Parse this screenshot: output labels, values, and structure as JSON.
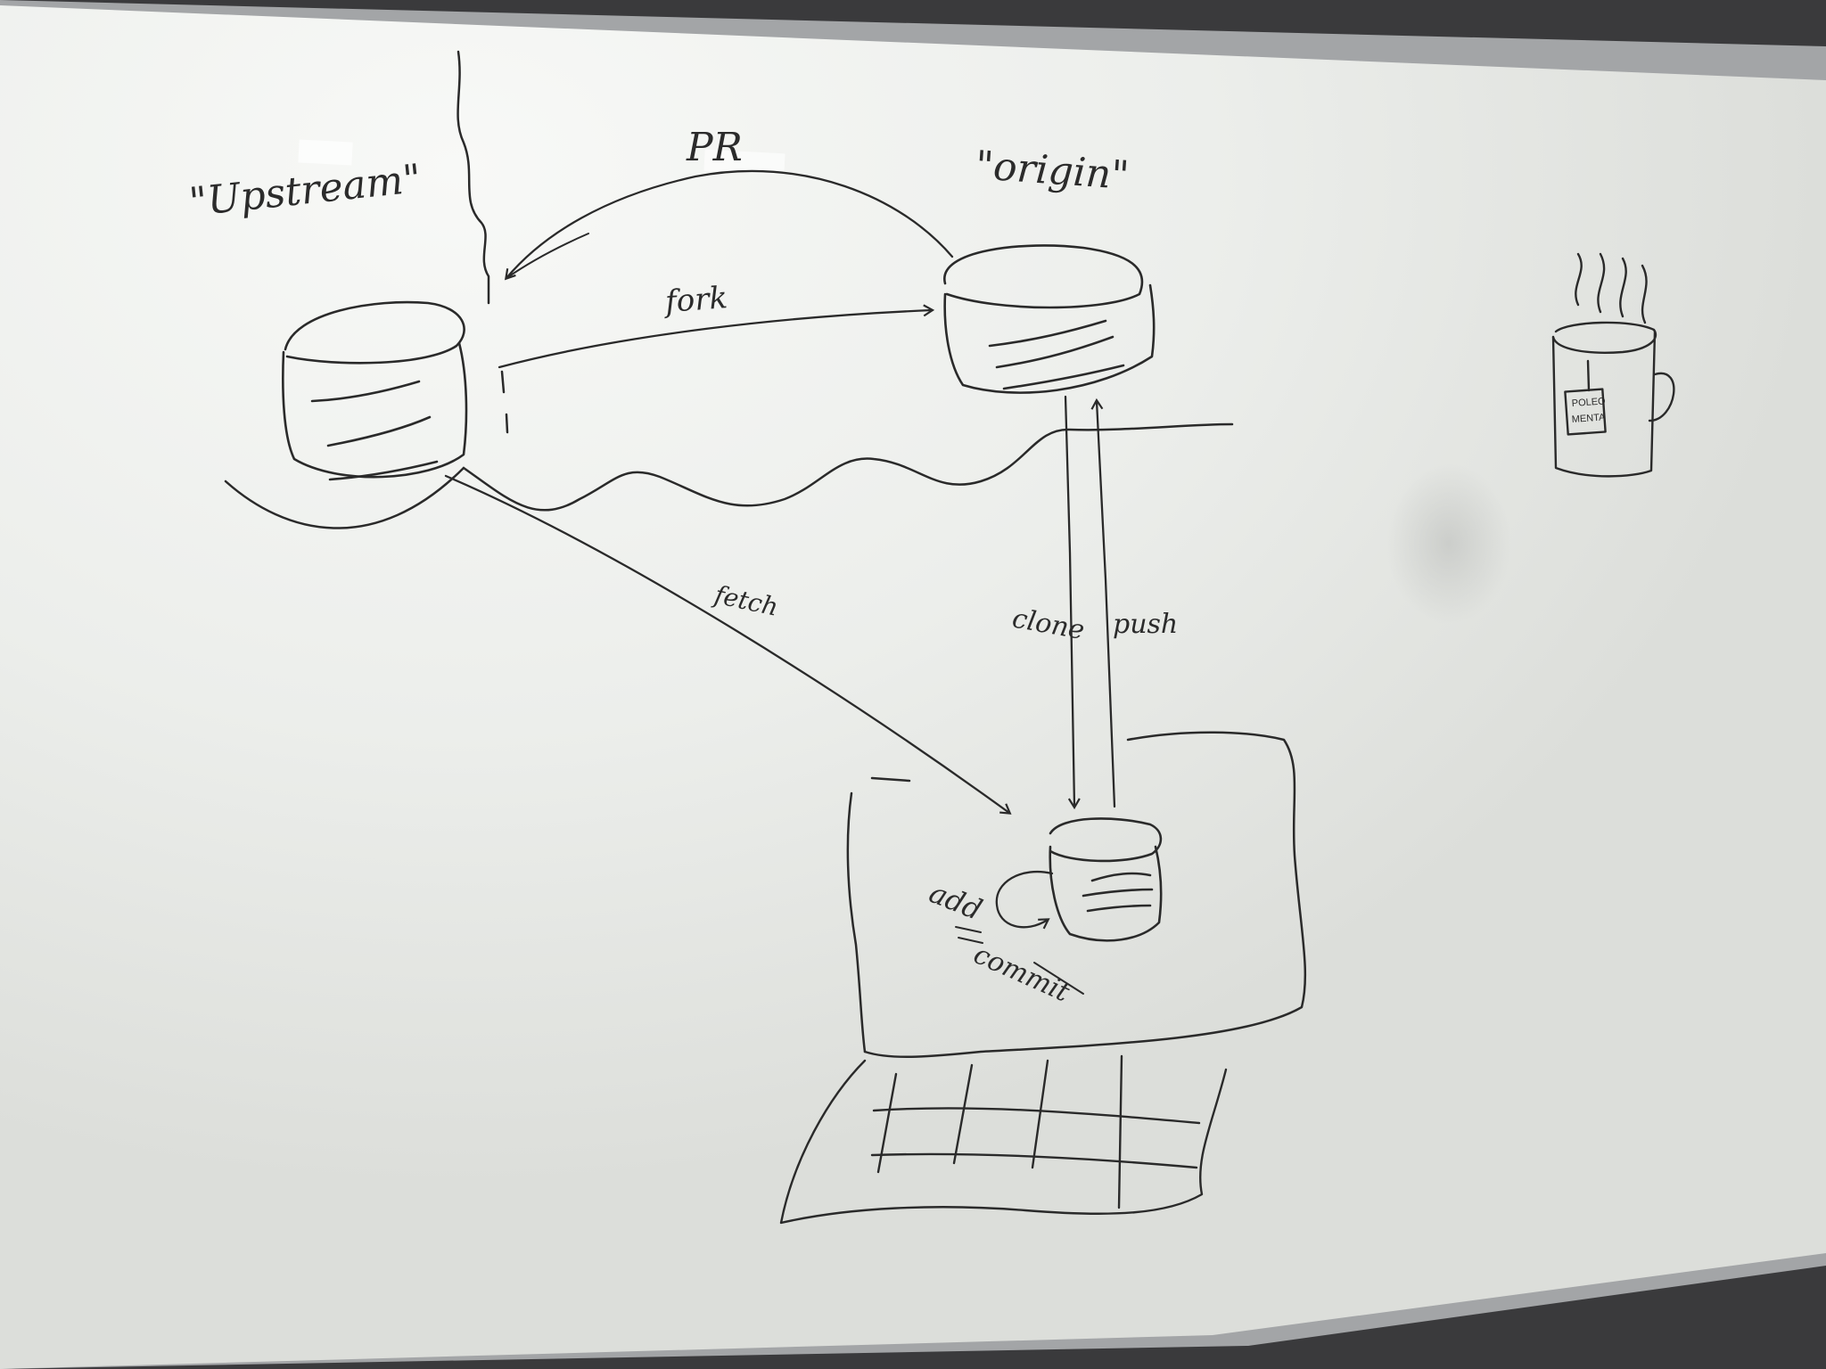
{
  "labels": {
    "upstream": "\"Upstream\"",
    "origin": "\"origin\"",
    "pr": "PR",
    "fork": "fork",
    "fetch": "fetch",
    "clone": "clone",
    "push": "push",
    "add": "add",
    "commit": "commit",
    "tea_tag_line1": "POLEO",
    "tea_tag_line2": "MENTA"
  },
  "colors": {
    "board": "#e8e9e6",
    "board_highlight": "#f7f8f6",
    "frame": "#9a9c9e",
    "ink": "#2a2a2a",
    "background": "#3a3a3c"
  },
  "icons": {
    "upstream_repo": "database-cylinder-icon",
    "origin_repo": "database-cylinder-icon",
    "local_repo": "database-cylinder-icon",
    "mug": "coffee-mug-icon",
    "local_files": "grid-sheet-icon"
  }
}
